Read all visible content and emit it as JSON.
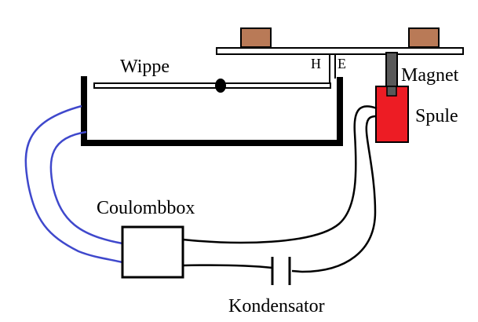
{
  "diagram": {
    "labels": {
      "wippe": "Wippe",
      "h": "H",
      "e": "E",
      "magnet": "Magnet",
      "spule": "Spule",
      "coulombbox": "Coulombbox",
      "kondensator": "Kondensator"
    },
    "colors": {
      "weight": "#b97a57",
      "spule": "#ed1c24",
      "magnet": "#595959",
      "blue_wire": "#3f48cc",
      "black": "#000000"
    },
    "components": [
      "weight-left",
      "weight-right",
      "balance-beam",
      "contact-H",
      "contact-E",
      "magnet",
      "spule",
      "wippe-seesaw",
      "pivot",
      "trough",
      "coulombbox",
      "kondensator"
    ]
  }
}
